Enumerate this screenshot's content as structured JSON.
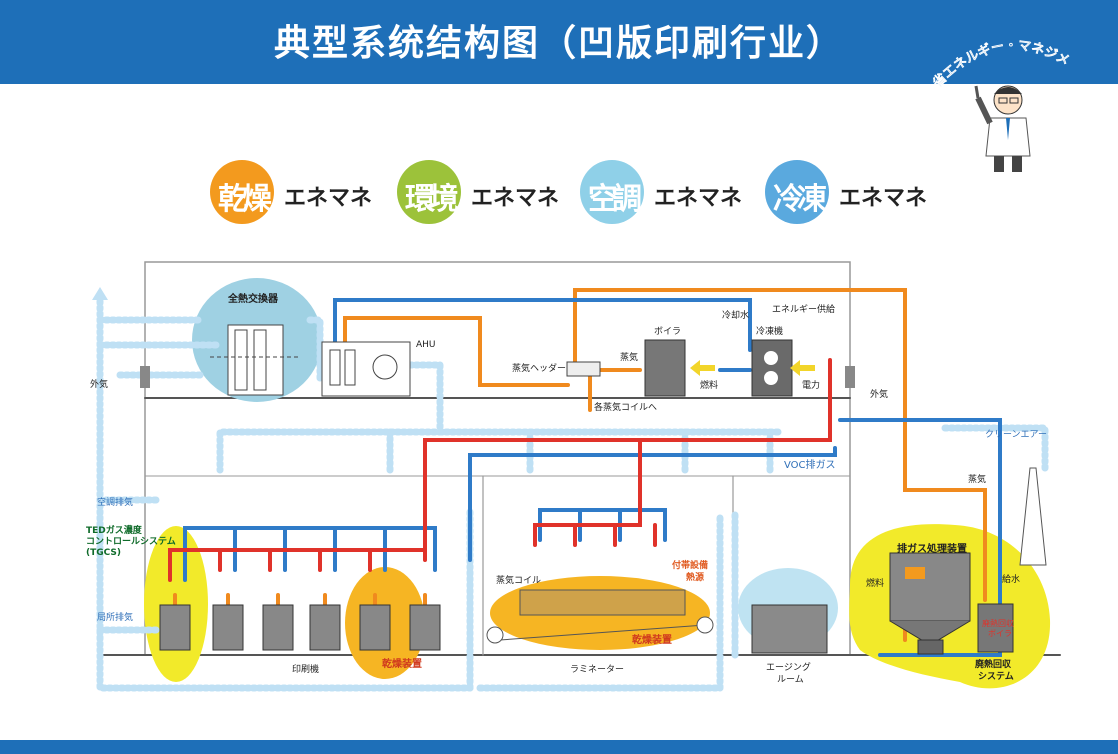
{
  "header": {
    "title": "典型系统结构图（凹版印刷行业）"
  },
  "mascot": {
    "arc_text": "省エネルギー・マネジメント"
  },
  "legend": [
    {
      "kanji": "乾燥",
      "kana": "エネマネ",
      "color": "#f39a1e"
    },
    {
      "kanji": "環境",
      "kana": "エネマネ",
      "color": "#9cc23a"
    },
    {
      "kanji": "空調",
      "kana": "エネマネ",
      "color": "#8fd0e8"
    },
    {
      "kanji": "冷凍",
      "kana": "エネマネ",
      "color": "#5aa9de"
    }
  ],
  "colors": {
    "brand": "#1e6fb8",
    "steam": "#f08a1e",
    "hot": "#e0322a",
    "cool": "#3a6fc0",
    "air": "#bfe0f4",
    "yellow_zone": "#f2ea2a",
    "orange_zone": "#f6b523"
  },
  "labels": {
    "heat_exchanger": "全熱交換器",
    "ahu": "AHU",
    "outside_air_left": "外気",
    "outside_air_right": "外気",
    "steam_header": "蒸気ヘッダー",
    "boiler": "ボイラ",
    "steam": "蒸気",
    "fuel": "燃料",
    "chilled_water": "冷却水",
    "energy_supply": "エネルギー供給",
    "chiller": "冷凍機",
    "electricity": "電力",
    "to_steam_coils": "各蒸気コイルへ",
    "voc_exhaust": "VOC排ガス",
    "ac_exhaust": "空調排気",
    "local_exhaust": "局所排気",
    "tgcs_1": "TEDガス濃度",
    "tgcs_2": "コントロールシステム",
    "tgcs_3": "(TGCS)",
    "steam_coil": "蒸気コイル",
    "aux_heat_1": "付帯設備",
    "aux_heat_2": "熱源",
    "dryer_1": "乾燥装置",
    "dryer_2": "乾燥装置",
    "printing_machine": "印刷機",
    "laminator": "ラミネーター",
    "aging_room_1": "エージング",
    "aging_room_2": "ルーム",
    "exhaust_gas_treatment": "排ガス処理装置",
    "fuel_2": "燃料",
    "steam_2": "蒸気",
    "feed_water": "給水",
    "clean_air": "クリーンエアー",
    "waste_heat_boiler_1": "廃熱回収",
    "waste_heat_boiler_2": "ボイラ",
    "heat_recovery_1": "廃熱回収",
    "heat_recovery_2": "システム"
  }
}
